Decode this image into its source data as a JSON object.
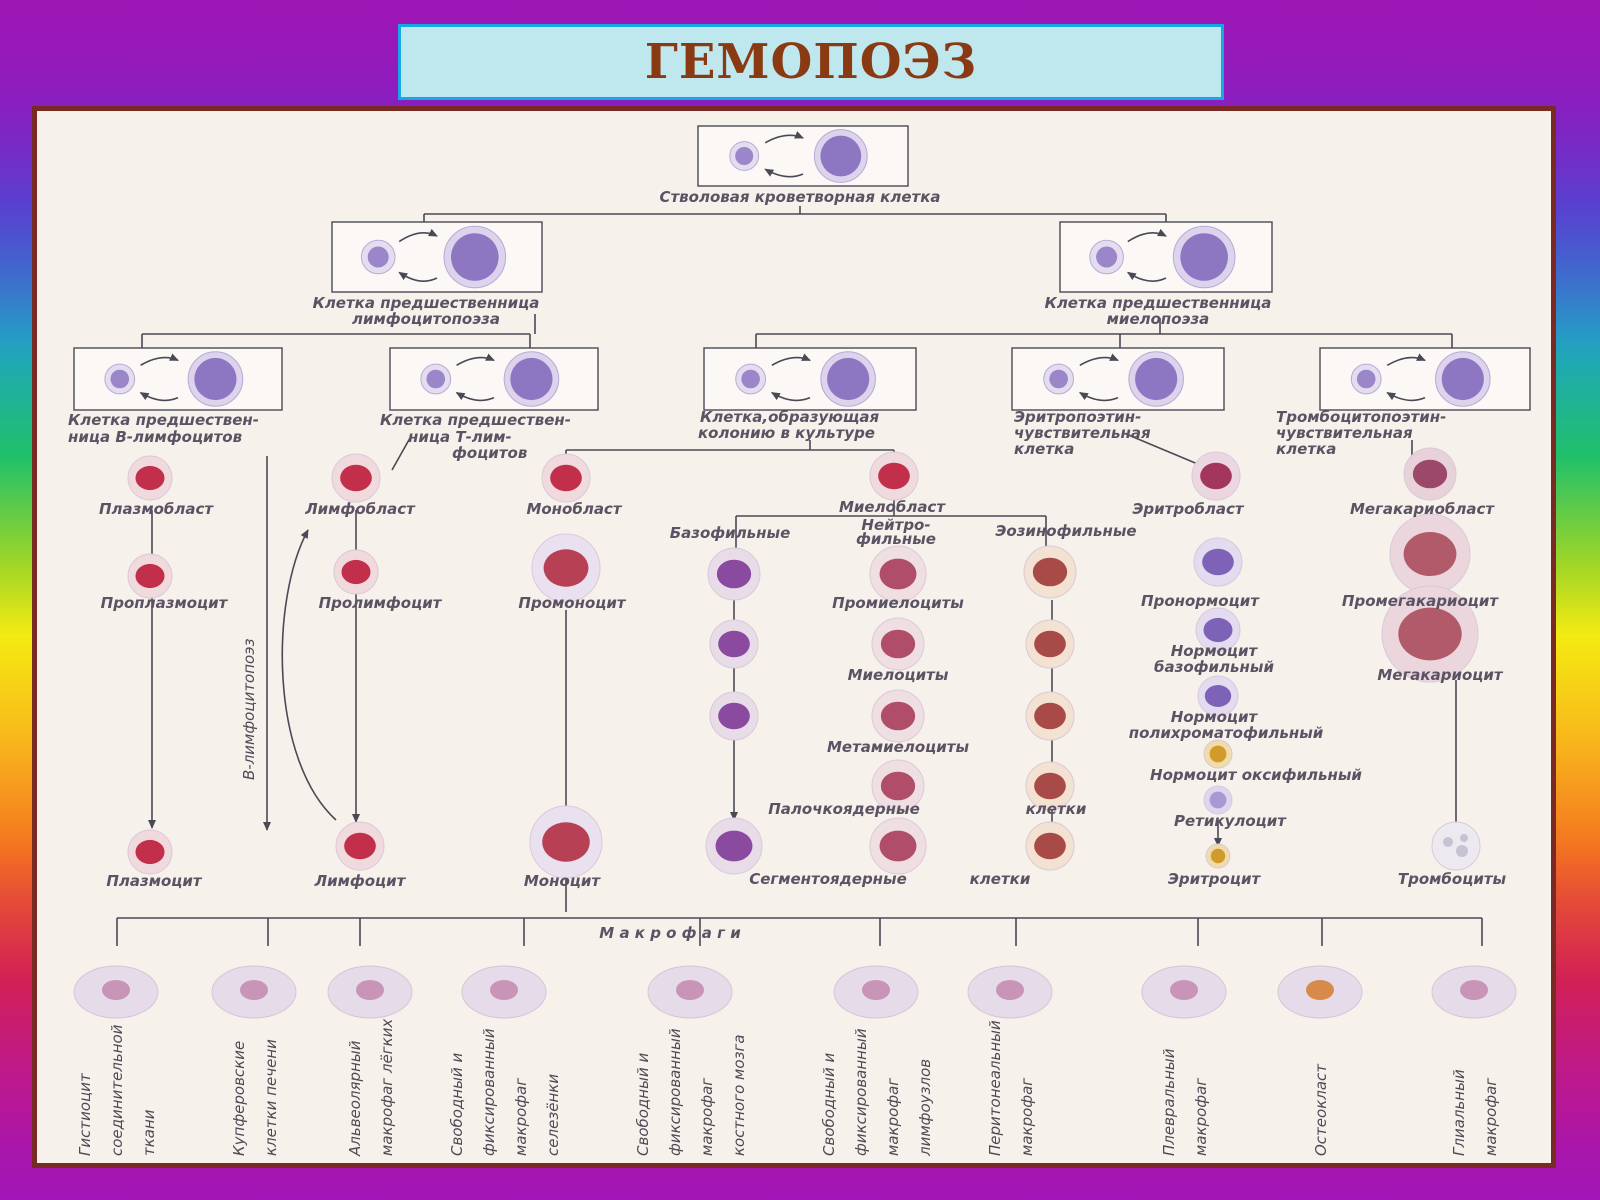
{
  "title": "ГЕМОПОЭЗ",
  "labels": {
    "stem": "Стволовая кроветворная клетка",
    "lymph_prog_1": "Клетка предшественница",
    "lymph_prog_2": "лимфоцитопоэза",
    "myelo_prog_1": "Клетка предшественница",
    "myelo_prog_2": "миелопоэза",
    "b_prog_1": "Клетка предшествен-",
    "b_prog_2": "ница В-лимфоцитов",
    "t_prog_1": "Клетка предшествен-",
    "t_prog_2": "ница Т-лим-",
    "t_prog_3": "фоцитов",
    "colony_1": "Клетка,образующая",
    "colony_2": "колонию в культуре",
    "erythro_prog_1": "Эритропоэтин-",
    "erythro_prog_2": "чувствительная",
    "erythro_prog_3": "клетка",
    "thrombo_prog_1": "Тромбоцитопоэтин-",
    "thrombo_prog_2": "чувствительная",
    "thrombo_prog_3": "клетка",
    "plasmoblast": "Плазмобласт",
    "lymphoblast": "Лимфобласт",
    "monoblast": "Монобласт",
    "myeloblast": "Миелобласт",
    "erythroblast": "Эритробласт",
    "megakaryoblast": "Мегакариобласт",
    "basophilic": "Базофильные",
    "neutro_1": "Нейтро-",
    "neutro_2": "фильные",
    "eosinophilic": "Эозинофильные",
    "proplasmocyte": "Проплазмоцит",
    "prolymphocyte": "Пролимфоцит",
    "promonocyte": "Промоноцит",
    "promyelocytes": "Промиелоциты",
    "pronormocyte": "Пронормоцит",
    "promegakaryocyte": "Промегакариоцит",
    "normo_baso_1": "Нормоцит",
    "normo_baso_2": "базофильный",
    "megakaryocyte": "Мегакариоцит",
    "myelocytes": "Миелоциты",
    "normo_poly_1": "Нормоцит",
    "normo_poly_2": "полихроматофильный",
    "metamyelocytes": "Метамиелоциты",
    "normo_oxy": "Нормоцит оксифильный",
    "band_cells": "Палочкоядерные",
    "cells_word": "клетки",
    "reticulocyte": "Ретикулоцит",
    "plasmocyte": "Плазмоцит",
    "lymphocyte": "Лимфоцит",
    "monocyte": "Моноцит",
    "segmented": "Сегментоядерные",
    "segmented_cells": "клетки",
    "erythrocyte": "Эритроцит",
    "platelets": "Тромбоциты",
    "b_lymphopoiesis": "В-лимфоцитопоэз",
    "macrophages": "М а к р о ф а г и"
  },
  "macrophage_types": [
    [
      "Гистиоцит",
      "соединительной",
      "ткани"
    ],
    [
      "Купферовские",
      "клетки печени"
    ],
    [
      "Альвеолярный",
      "макрофаг лёгких"
    ],
    [
      "Свободный и",
      "фиксированный",
      "макрофаг",
      "селезёнки"
    ],
    [
      "Свободный и",
      "фиксированный",
      "макрофаг",
      "костного мозга"
    ],
    [
      "Свободный и",
      "фиксированный",
      "макрофаг",
      "лимфоузлов"
    ],
    [
      "Перитонеальный",
      "макрофаг"
    ],
    [
      "Плевральный",
      "макрофаг"
    ],
    [
      "Остеокласт"
    ],
    [
      "Глиальный",
      "макрофаг"
    ]
  ],
  "colors": {
    "title_text": "#8a3a12",
    "title_bg": "#bfe7ee",
    "panel_bg": "#f7f1ec",
    "panel_border": "#7a2a24",
    "blast_cell": "#c12f4a",
    "nucleus": "#7e62b8"
  }
}
